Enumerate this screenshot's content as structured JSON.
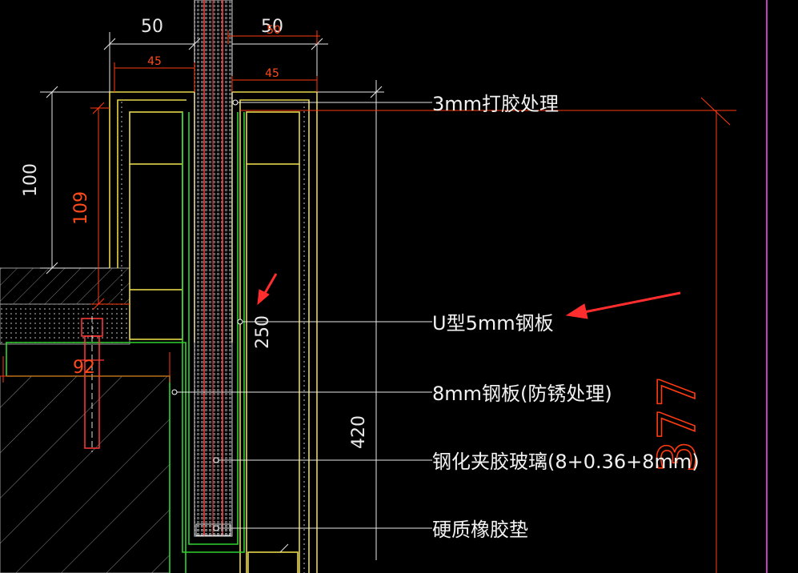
{
  "colors": {
    "background": "#000000",
    "dimension_white": "#e8e8e8",
    "dimension_red": "#ff4a1a",
    "steel_yellow": "#e6d64a",
    "glass_green": "#2fd32f",
    "hatch_gray": "#8a8a8a",
    "arrow_red": "#ff2d2d",
    "border_magenta": "#c040c0"
  },
  "dimensions": {
    "top_left_width": "50",
    "top_right_width": "50",
    "top_right_overlap": "50",
    "left_inner": "45",
    "right_inner": "45",
    "left_height_white": "100",
    "left_height_red": "109",
    "base_width": "92",
    "inner_height": "250",
    "total_height": "420",
    "big_red": "377"
  },
  "callouts": {
    "glue": "3mm打胶处理",
    "u_plate": "U型5mm钢板",
    "steel_plate": "8mm钢板(防锈处理)",
    "glass": "钢化夹胶玻璃(8+0.36+8mm)",
    "rubber": "硬质橡胶垫"
  },
  "icons": {
    "arrow_1": "red-arrow-icon",
    "arrow_2": "red-arrow-icon"
  }
}
